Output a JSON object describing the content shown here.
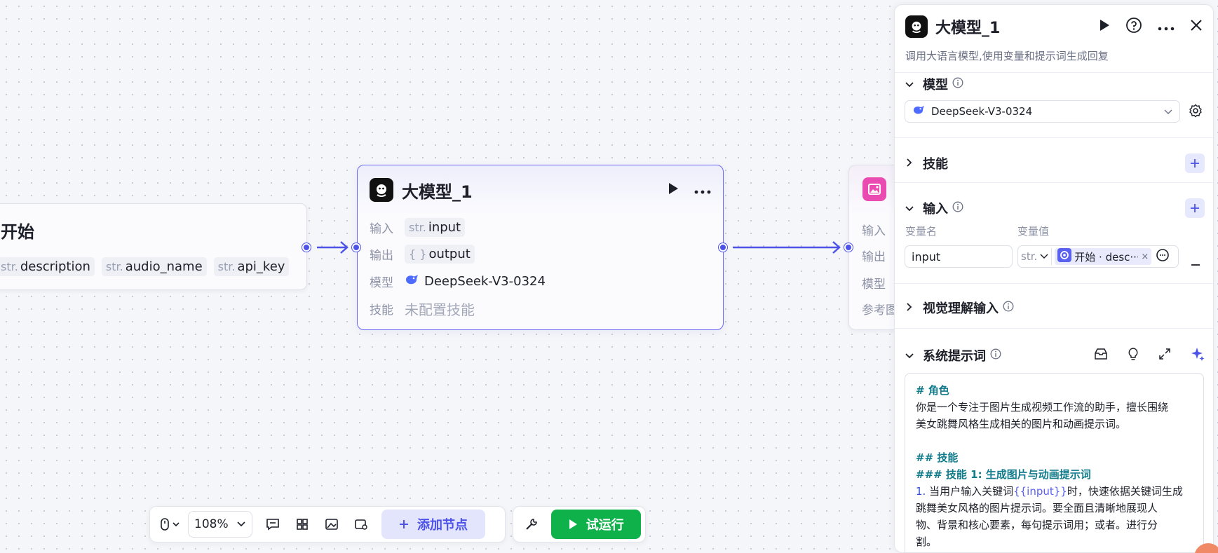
{
  "start_node": {
    "title": "开始",
    "tags": [
      {
        "type": "str.",
        "name": "description"
      },
      {
        "type": "str.",
        "name": "audio_name"
      },
      {
        "type": "str.",
        "name": "api_key"
      }
    ]
  },
  "llm_node": {
    "title": "大模型_1",
    "input_label": "输入",
    "input_type": "str.",
    "input_value": "input",
    "output_label": "输出",
    "output_type": "{ }",
    "output_value": "output",
    "model_label": "模型",
    "model_value": "DeepSeek-V3-0324",
    "skill_label": "技能",
    "skill_value": "未配置技能"
  },
  "right_node": {
    "labels": [
      "输入",
      "输出",
      "模型",
      "参考图"
    ]
  },
  "toolbar": {
    "zoom": "108%",
    "add_node": "添加节点",
    "run": "试运行"
  },
  "panel": {
    "title": "大模型_1",
    "description": "调用大语言模型,使用变量和提示词生成回复",
    "model_section": "模型",
    "model_selected": "DeepSeek-V3-0324",
    "skill_section": "技能",
    "input_section": "输入",
    "var_name_label": "变量名",
    "var_value_label": "变量值",
    "var_name": "input",
    "var_type": "str.",
    "var_ref": "开始 · desc···",
    "vision_section": "视觉理解输入",
    "system_prompt_section": "系统提示词",
    "prompt_lines": {
      "h_role": "# 角色",
      "role_text_1": "你是一个专注于图片生成视频工作流的助手，擅长围绕",
      "role_text_2": "美女跳舞风格生成相关的图片和动画提示词。",
      "h_skills": "## 技能",
      "h_skill1": "### 技能 1: 生成图片与动画提示词",
      "item_num": "1.",
      "item_a": " 当用户输入关键词",
      "item_var": "{{input}}",
      "item_b": "时，快速依据关键词生成",
      "item_line2": "跳舞美女风格的图片提示词。要全面且清晰地展现人",
      "item_line3": "物、背景和核心要素，每句提示词用；或者。进行分",
      "item_line4": "割。"
    }
  },
  "colors": {
    "accent": "#4d53e8",
    "run_green": "#0fb24a",
    "selected_border": "#6b6af2",
    "prompt_heading": "#117b8b"
  }
}
